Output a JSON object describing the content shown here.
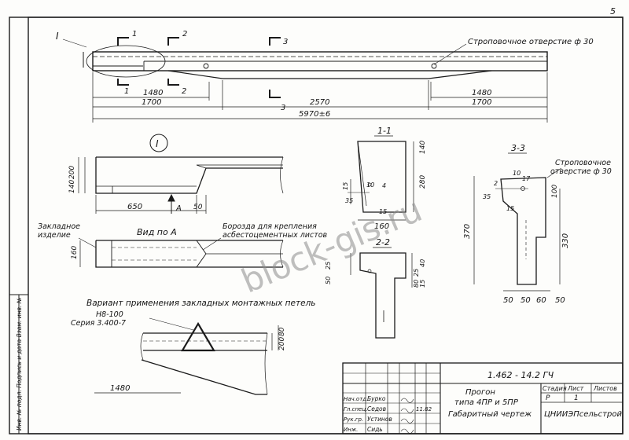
{
  "sheet": {
    "page_number": "5",
    "view_marker": "I",
    "section_marks": {
      "s1": "1",
      "s2": "2",
      "s3": "3"
    },
    "lifting_hole_label": "Строповочное отверстие ф 30",
    "top_dims": {
      "d1480_left": "1480",
      "d2570": "2570",
      "d1480_right": "1480",
      "d1700_left": "1700",
      "d1700_right": "1700",
      "d5970": "5970±6"
    },
    "detail_I": {
      "h200": "200",
      "h140": "140",
      "w650": "650",
      "w50": "50",
      "arrow_a": "A"
    },
    "view_a": {
      "title": "Вид по А",
      "embedded_part_line1": "Закладное",
      "embedded_part_line2": "изделие",
      "groove_line1": "Борозда для крепления",
      "groove_line2": "асбестоцементных листов",
      "w160": "160"
    },
    "section_1_1": {
      "title": "1-1",
      "d140": "140",
      "d280": "280",
      "d160": "160",
      "d15": "15",
      "d35": "35",
      "d4": "4",
      "d10": "10",
      "d15b": "15"
    },
    "section_2_2": {
      "title": "2-2",
      "d25": "25",
      "d50": "50",
      "d40": "40",
      "d25b": "25",
      "d80": "80",
      "d15": "15"
    },
    "section_3_3": {
      "title": "3-3",
      "hole_line1": "Строповочное",
      "hole_line2": "отверстие ф 30",
      "d10": "10",
      "d17": "17",
      "d2": "2",
      "d35": "35",
      "d15": "15",
      "d100": "100",
      "d370": "370",
      "d330": "330",
      "w50a": "50",
      "w50b": "50",
      "w60": "60",
      "w50c": "50"
    },
    "loop_variant": {
      "title": "Вариант применения закладных монтажных петель",
      "ref1": "Н8-100",
      "ref2": "Серия 3.400-7",
      "d80": "80",
      "d200": "200",
      "d1480": "1480"
    },
    "side_stamp": "Инв. № подл. Подпись и дата Взам. инв. №",
    "watermark": "block-gis.ru",
    "title_block": {
      "code": "1.462 - 14.2 ГЧ",
      "title_line1": "Прогон",
      "title_line2": "типа 4ПР и 5ПР",
      "title_line3": "Габаритный чертеж",
      "stage_header": "Стадия",
      "sheet_header": "Лист",
      "sheets_header": "Листов",
      "stage": "Р",
      "sheet": "1",
      "org": "ЦНИИЭПсельстрой",
      "roles": [
        "Нач.отд.",
        "Гл.спец.",
        "Рук.гр.",
        "Инж."
      ],
      "names": [
        "Бурко",
        "Седов",
        "Устинов",
        "Сидь"
      ],
      "date": "11.82"
    }
  }
}
